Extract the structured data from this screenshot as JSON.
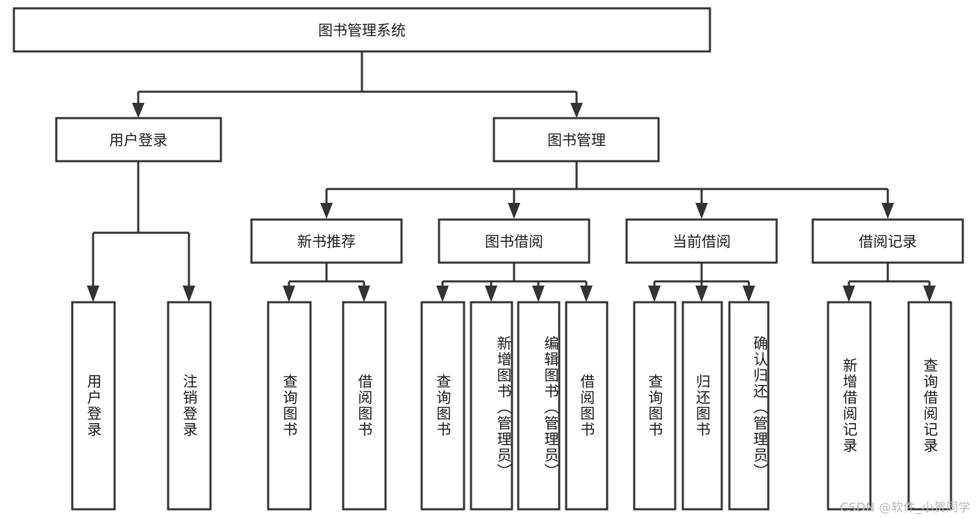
{
  "diagram": {
    "title": "图书管理系统",
    "root": {
      "label": "图书管理系统",
      "name": "root-node"
    },
    "level1": [
      {
        "label": "用户登录",
        "name": "node-user-login"
      },
      {
        "label": "图书管理",
        "name": "node-book-management"
      }
    ],
    "level2": [
      {
        "label": "新书推荐",
        "name": "node-new-book-recommend"
      },
      {
        "label": "图书借阅",
        "name": "node-book-borrow"
      },
      {
        "label": "当前借阅",
        "name": "node-current-borrow"
      },
      {
        "label": "借阅记录",
        "name": "node-borrow-record"
      }
    ],
    "leaves": {
      "user_login": [
        {
          "label": "用户登录"
        },
        {
          "label": "注销登录"
        }
      ],
      "new_book_recommend": [
        {
          "label": "查询图书"
        },
        {
          "label": "借阅图书"
        }
      ],
      "book_borrow": [
        {
          "label": "查询图书"
        },
        {
          "label": "新增图书（管理员）"
        },
        {
          "label": "编辑图书（管理员）"
        },
        {
          "label": "借阅图书"
        }
      ],
      "current_borrow": [
        {
          "label": "查询图书"
        },
        {
          "label": "归还图书"
        },
        {
          "label": "确认归还（管理员）"
        }
      ],
      "borrow_record": [
        {
          "label": "新增借阅记录"
        },
        {
          "label": "查询借阅记录"
        }
      ]
    }
  },
  "watermark": {
    "text": "CSDN @软件_小贺同学"
  },
  "colors": {
    "border": "#333333",
    "text": "#1a1a1a",
    "background": "#ffffff",
    "watermark": "#b8b8b8"
  }
}
